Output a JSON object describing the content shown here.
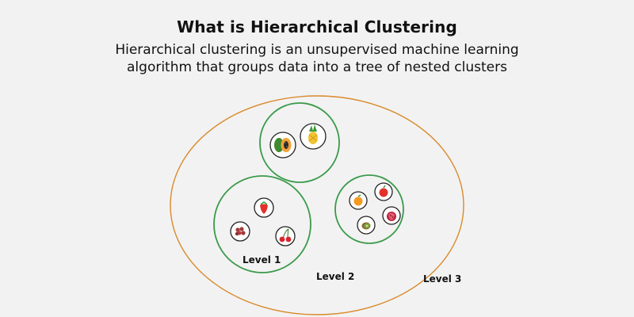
{
  "header": {
    "title": "What is Hierarchical Clustering",
    "subtitle_line1": "Hierarchical clustering is an unsupervised machine learning",
    "subtitle_line2": "algorithm that groups data into a tree of nested clusters"
  },
  "levels": {
    "level1": "Level 1",
    "level2": "Level 2",
    "level3": "Level 3"
  },
  "colors": {
    "background": "#f2f2f2",
    "outer_cluster": "#d98a2b",
    "inner_cluster": "#3a9a4a",
    "item_ring": "#222222"
  },
  "clusters": {
    "top": {
      "items": [
        "papaya-icon",
        "pineapple-icon"
      ]
    },
    "bottom_left": {
      "items": [
        "strawberry-icon",
        "raspberry-icon",
        "cherry-icon"
      ]
    },
    "right": {
      "items": [
        "orange-icon",
        "apple-icon",
        "kiwi-icon",
        "pomegranate-icon"
      ]
    }
  }
}
